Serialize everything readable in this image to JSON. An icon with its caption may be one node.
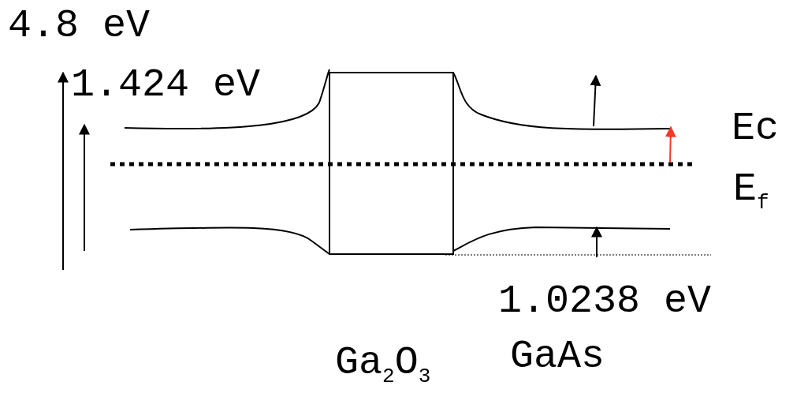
{
  "diagram": {
    "labels": [
      "4.8 eV",
      "1.424 eV",
      "Ec",
      "E$_{f}$",
      "1.0238 eV",
      "Ga$_{2}$O$_{3}$",
      "GaAs"
    ]
  }
}
